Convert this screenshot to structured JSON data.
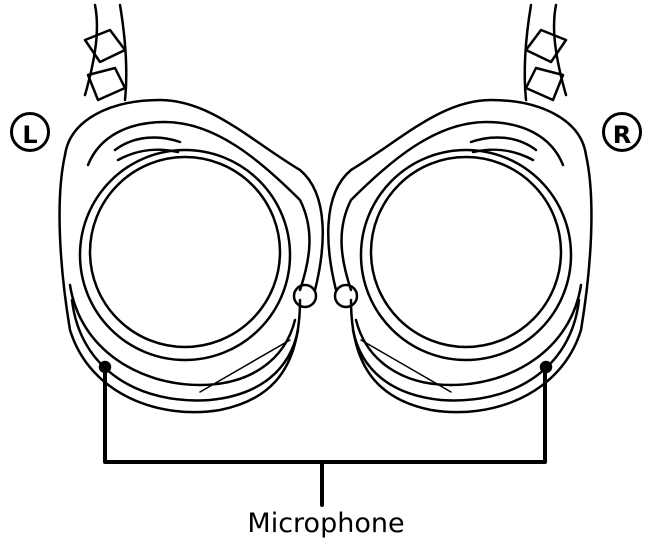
{
  "labels": {
    "left": "L",
    "right": "R",
    "callout": "Microphone"
  },
  "colors": {
    "line": "#000000",
    "background": "#ffffff"
  }
}
